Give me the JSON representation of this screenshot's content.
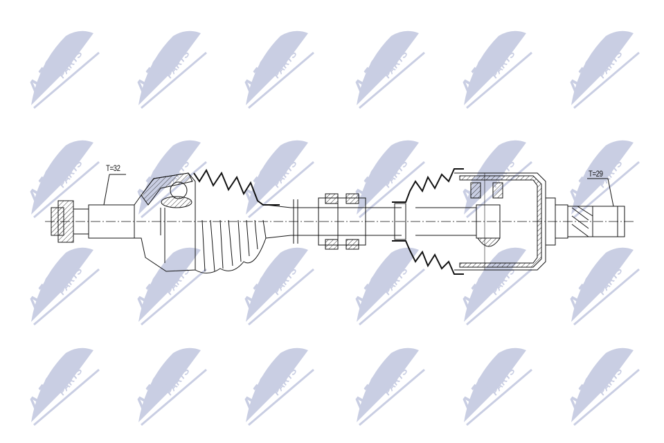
{
  "watermark": {
    "brand": "AJS",
    "sub": "PARTS",
    "color": "#c9cee3",
    "rows": [
      42,
      200,
      355,
      500
    ],
    "cols": [
      35,
      190,
      345,
      505,
      660,
      815
    ]
  },
  "drawing": {
    "part": "drive shaft (CV axle)",
    "left_spline_label": "T=32",
    "right_spline_label": "T=29",
    "line_color": "#111111",
    "hatch_color": "#333333"
  }
}
